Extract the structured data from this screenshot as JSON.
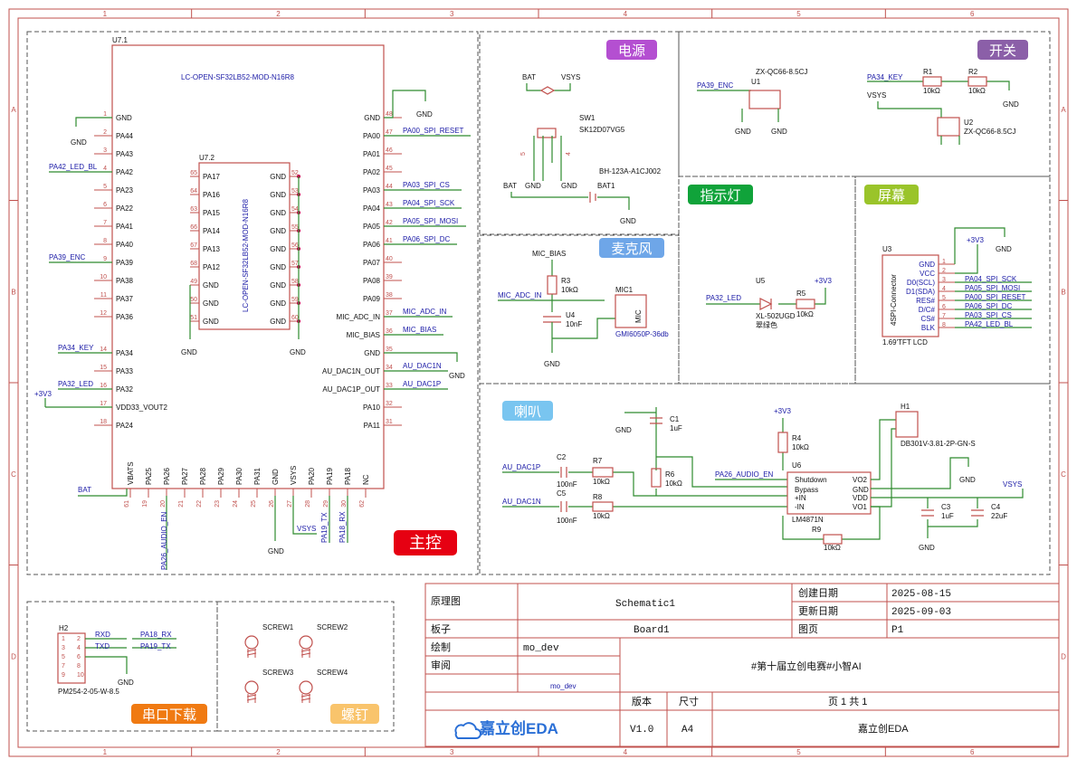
{
  "ruler": {
    "cols": [
      "1",
      "2",
      "3",
      "4",
      "5",
      "6"
    ],
    "rows": [
      "A",
      "B",
      "C",
      "D"
    ]
  },
  "sections": {
    "main": "主控",
    "power": "电源",
    "switch": "开关",
    "mic": "麦克风",
    "indicator": "指示灯",
    "screen": "屏幕",
    "speaker": "喇叭",
    "uart": "串口下载",
    "screw": "螺钉"
  },
  "u71": {
    "ref": "U7.1",
    "part": "LC-OPEN-SF32LB52-MOD-N16R8",
    "left_pins": [
      {
        "n": "1",
        "name": "GND"
      },
      {
        "n": "2",
        "name": "PA44"
      },
      {
        "n": "3",
        "name": "PA43"
      },
      {
        "n": "4",
        "name": "PA42"
      },
      {
        "n": "5",
        "name": "PA23"
      },
      {
        "n": "6",
        "name": "PA22"
      },
      {
        "n": "7",
        "name": "PA41"
      },
      {
        "n": "8",
        "name": "PA40"
      },
      {
        "n": "9",
        "name": "PA39"
      },
      {
        "n": "10",
        "name": "PA38"
      },
      {
        "n": "11",
        "name": "PA37"
      },
      {
        "n": "12",
        "name": "PA36"
      },
      {
        "n": "14",
        "name": "PA34"
      },
      {
        "n": "15",
        "name": "PA33"
      },
      {
        "n": "16",
        "name": "PA32"
      },
      {
        "n": "17",
        "name": "VDD33_VOUT2"
      },
      {
        "n": "18",
        "name": "PA24"
      }
    ],
    "right_pins": [
      {
        "n": "48",
        "name": "GND"
      },
      {
        "n": "47",
        "name": "PA00"
      },
      {
        "n": "46",
        "name": "PA01"
      },
      {
        "n": "45",
        "name": "PA02"
      },
      {
        "n": "44",
        "name": "PA03"
      },
      {
        "n": "43",
        "name": "PA04"
      },
      {
        "n": "42",
        "name": "PA05"
      },
      {
        "n": "41",
        "name": "PA06"
      },
      {
        "n": "40",
        "name": "PA07"
      },
      {
        "n": "39",
        "name": "PA08"
      },
      {
        "n": "38",
        "name": "PA09"
      },
      {
        "n": "37",
        "name": "MIC_ADC_IN"
      },
      {
        "n": "36",
        "name": "MIC_BIAS"
      },
      {
        "n": "35",
        "name": "GND"
      },
      {
        "n": "34",
        "name": "AU_DAC1N_OUT"
      },
      {
        "n": "33",
        "name": "AU_DAC1P_OUT"
      },
      {
        "n": "32",
        "name": "PA10"
      },
      {
        "n": "31",
        "name": "PA11"
      }
    ],
    "bottom_pins": [
      {
        "n": "61",
        "name": "VBATS"
      },
      {
        "n": "19",
        "name": "PA25"
      },
      {
        "n": "20",
        "name": "PA26"
      },
      {
        "n": "21",
        "name": "PA27"
      },
      {
        "n": "22",
        "name": "PA28"
      },
      {
        "n": "23",
        "name": "PA29"
      },
      {
        "n": "24",
        "name": "PA30"
      },
      {
        "n": "25",
        "name": "PA31"
      },
      {
        "n": "26",
        "name": "GND"
      },
      {
        "n": "27",
        "name": "VSYS"
      },
      {
        "n": "28",
        "name": "PA20"
      },
      {
        "n": "29",
        "name": "PA19"
      },
      {
        "n": "30",
        "name": "PA18"
      },
      {
        "n": "62",
        "name": "NC"
      }
    ],
    "nets": {
      "pa42": "PA42_LED_BL",
      "pa39": "PA39_ENC",
      "pa34": "PA34_KEY",
      "pa32": "PA32_LED",
      "p3v3": "+3V3",
      "bat": "BAT",
      "pa00": "PA00_SPI_RESET",
      "pa03": "PA03_SPI_CS",
      "pa04": "PA04_SPI_SCK",
      "pa05": "PA05_SPI_MOSI",
      "pa06": "PA06_SPI_DC",
      "micadc": "MIC_ADC_IN",
      "micbias": "MIC_BIAS",
      "dac1n": "AU_DAC1N",
      "dac1p": "AU_DAC1P",
      "pa26": "PA26_AUDIO_EN",
      "vsys": "VSYS",
      "pa19": "PA19_TX",
      "pa18": "PA18_RX",
      "gnd": "GND"
    }
  },
  "u72": {
    "ref": "U7.2",
    "part": "LC-OPEN-SF32LB52-MOD-N16R8",
    "left_pins": [
      {
        "n": "65",
        "name": "PA17"
      },
      {
        "n": "64",
        "name": "PA16"
      },
      {
        "n": "63",
        "name": "PA15"
      },
      {
        "n": "66",
        "name": "PA14"
      },
      {
        "n": "67",
        "name": "PA13"
      },
      {
        "n": "68",
        "name": "PA12"
      },
      {
        "n": "49",
        "name": "GND"
      },
      {
        "n": "50",
        "name": "GND"
      },
      {
        "n": "51",
        "name": "GND"
      }
    ],
    "right_pins": [
      {
        "n": "52",
        "name": "GND"
      },
      {
        "n": "53",
        "name": "GND"
      },
      {
        "n": "54",
        "name": "GND"
      },
      {
        "n": "55",
        "name": "GND"
      },
      {
        "n": "56",
        "name": "GND"
      },
      {
        "n": "57",
        "name": "GND"
      },
      {
        "n": "58",
        "name": "GND"
      },
      {
        "n": "59",
        "name": "GND"
      },
      {
        "n": "60",
        "name": "GND"
      }
    ]
  },
  "power": {
    "bat": "BAT",
    "vsys": "VSYS",
    "sw_ref": "SW1",
    "sw_part": "SK12D07VG5",
    "holder": "BH-123A-A1CJ002",
    "bat_ref": "BAT1",
    "gnd": "GND"
  },
  "switch": {
    "pa39": "PA39_ENC",
    "pa34": "PA34_KEY",
    "vsys": "VSYS",
    "u1": "U1",
    "u2": "U2",
    "u_part": "ZX-QC66-8.5CJ",
    "r1": "R1",
    "r2": "R2",
    "rval": "10kΩ",
    "gnd": "GND"
  },
  "mic": {
    "bias": "MIC_BIAS",
    "adc": "MIC_ADC_IN",
    "r3": "R3",
    "r3v": "10kΩ",
    "u4": "U4",
    "u4v": "10nF",
    "mic_ref": "MIC1",
    "mic_part": "GMI6050P-36db",
    "mic_label": "MIC",
    "gnd": "GND"
  },
  "indicator": {
    "net": "PA32_LED",
    "u5": "U5",
    "part": "XL-502UGD",
    "color": "翠绿色",
    "r5": "R5",
    "r5v": "10kΩ",
    "p3v3": "+3V3"
  },
  "screen": {
    "ref": "U3",
    "part": "1.69'TFT LCD",
    "connector": "4SPI-Connector",
    "p3v3": "+3V3",
    "gnd": "GND",
    "pins": [
      {
        "n": "1",
        "name": "GND",
        "net": ""
      },
      {
        "n": "2",
        "name": "VCC",
        "net": ""
      },
      {
        "n": "3",
        "name": "D0(SCL)",
        "net": "PA04_SPI_SCK"
      },
      {
        "n": "4",
        "name": "D1(SDA)",
        "net": "PA05_SPI_MOSI"
      },
      {
        "n": "5",
        "name": "RES#",
        "net": "PA00_SPI_RESET"
      },
      {
        "n": "6",
        "name": "D/C#",
        "net": "PA06_SPI_DC"
      },
      {
        "n": "7",
        "name": "CS#",
        "net": "PA03_SPI_CS"
      },
      {
        "n": "8",
        "name": "BLK",
        "net": "PA42_LED_BL"
      }
    ]
  },
  "speaker": {
    "c1": "C1",
    "c1v": "1uF",
    "c2": "C2",
    "c2v": "100nF",
    "c5": "C5",
    "c5v": "100nF",
    "r7": "R7",
    "r8": "R8",
    "r6": "R6",
    "r4": "R4",
    "r9": "R9",
    "rv": "10kΩ",
    "dac1p": "AU_DAC1P",
    "dac1n": "AU_DAC1N",
    "en": "PA26_AUDIO_EN",
    "p3v3": "+3V3",
    "u6": "U6",
    "u6part": "LM4871N",
    "h1": "H1",
    "h1part": "DB301V-3.81-2P-GN-S",
    "c3": "C3",
    "c3v": "1uF",
    "c4": "C4",
    "c4v": "22uF",
    "vsys": "VSYS",
    "gnd": "GND",
    "u6pins": [
      "Shutdown",
      "Bypass",
      "+IN",
      "-IN",
      "VO2",
      "GND",
      "VDD",
      "VO1"
    ]
  },
  "uart": {
    "ref": "H2",
    "part": "PM254-2-05-W-8.5",
    "rxd": "RXD",
    "txd": "TXD",
    "net_rx": "PA18_RX",
    "net_tx": "PA19_TX",
    "gnd": "GND"
  },
  "screws": [
    "SCREW1",
    "SCREW2",
    "SCREW3",
    "SCREW4"
  ],
  "titleblock": {
    "k_type": "原理图",
    "v_type": "Schematic1",
    "k_board": "板子",
    "v_board": "Board1",
    "k_draw": "绘制",
    "v_draw": "mo_dev",
    "k_review": "审阅",
    "v_owner": "mo_dev",
    "k_created": "创建日期",
    "v_created": "2025-08-15",
    "k_updated": "更新日期",
    "v_updated": "2025-09-03",
    "k_sheet": "图页",
    "v_sheet": "P1",
    "project": "#第十届立创电赛#小智AI",
    "k_ver": "版本",
    "k_size": "尺寸",
    "page_line": "页    1    共    1",
    "v_ver": "V1.0",
    "v_size": "A4",
    "company": "嘉立创EDA",
    "logo": "嘉立创EDA"
  },
  "colors": {
    "frame": "#c0504d",
    "wire": "#2e8b2e",
    "net": "#1a1aa6"
  }
}
